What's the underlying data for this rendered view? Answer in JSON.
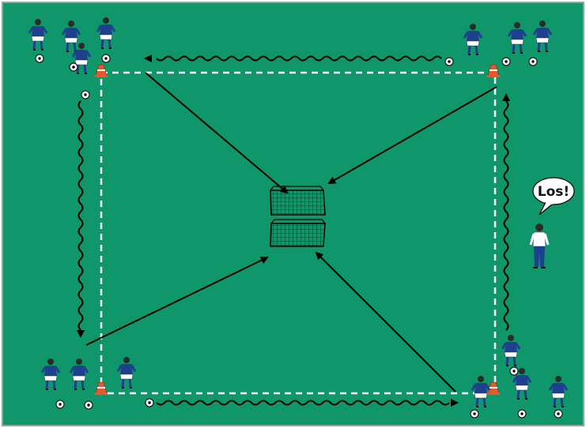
{
  "diagram": {
    "colors": {
      "pitch": "#10966b",
      "pitch_border": "#9aa39f",
      "boundary_line": "#ffffff",
      "path_line": "#000000",
      "jersey": "#1f3f8f",
      "shorts": "#ffffff",
      "cone": "#e5582a",
      "goal_net": "#ffffff"
    },
    "speech_bubble": {
      "text": "Los!"
    },
    "icons": [
      "player-icon",
      "coach-icon",
      "ball-icon",
      "cone-icon",
      "goal-icon"
    ],
    "player_groups": [
      "top-left",
      "top-right",
      "bottom-left",
      "bottom-right"
    ],
    "goals": 2,
    "cones": 4
  }
}
